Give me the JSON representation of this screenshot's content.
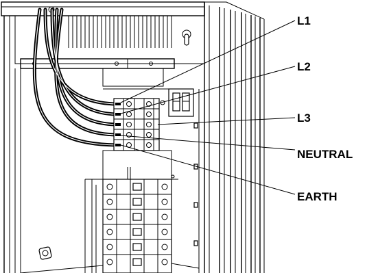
{
  "labels": {
    "l1": "L1",
    "l2": "L2",
    "l3": "L3",
    "neutral": "NEUTRAL",
    "earth": "EARTH"
  },
  "colors": {
    "line": "#000000",
    "background": "#ffffff"
  }
}
